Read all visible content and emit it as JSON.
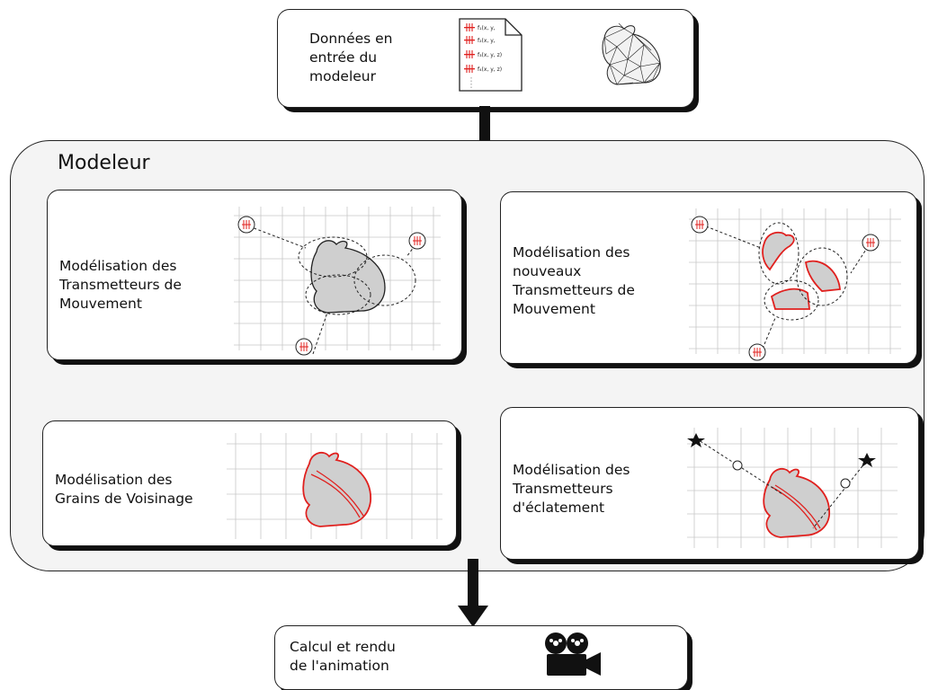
{
  "input": {
    "label": "Données en\nentrée du\nmodeleur",
    "file_lines": [
      "f₁(x, y,",
      "f₂(x, y,",
      "f₃(x, y, z)",
      "f₄(x, y, z)"
    ]
  },
  "modeleur": {
    "title": "Modeleur"
  },
  "panels": {
    "motion": {
      "label": "Modélisation des\nTransmetteurs de\nMouvement"
    },
    "newmotion": {
      "label": "Modélisation des\nnouveaux\nTransmetteurs de\nMouvement"
    },
    "grains": {
      "label": "Modélisation des\nGrains de Voisinage"
    },
    "burst": {
      "label": "Modélisation des\nTransmetteurs\nd'éclatement"
    }
  },
  "output": {
    "label": "Calcul et rendu\n de l'animation"
  },
  "colors": {
    "accent": "#e0201e",
    "fill": "#cfcfcf",
    "grid": "#c8c8c8"
  },
  "icons": [
    "document-icon",
    "bunny-mesh-icon",
    "movie-camera-icon",
    "arrow-down-icon"
  ]
}
